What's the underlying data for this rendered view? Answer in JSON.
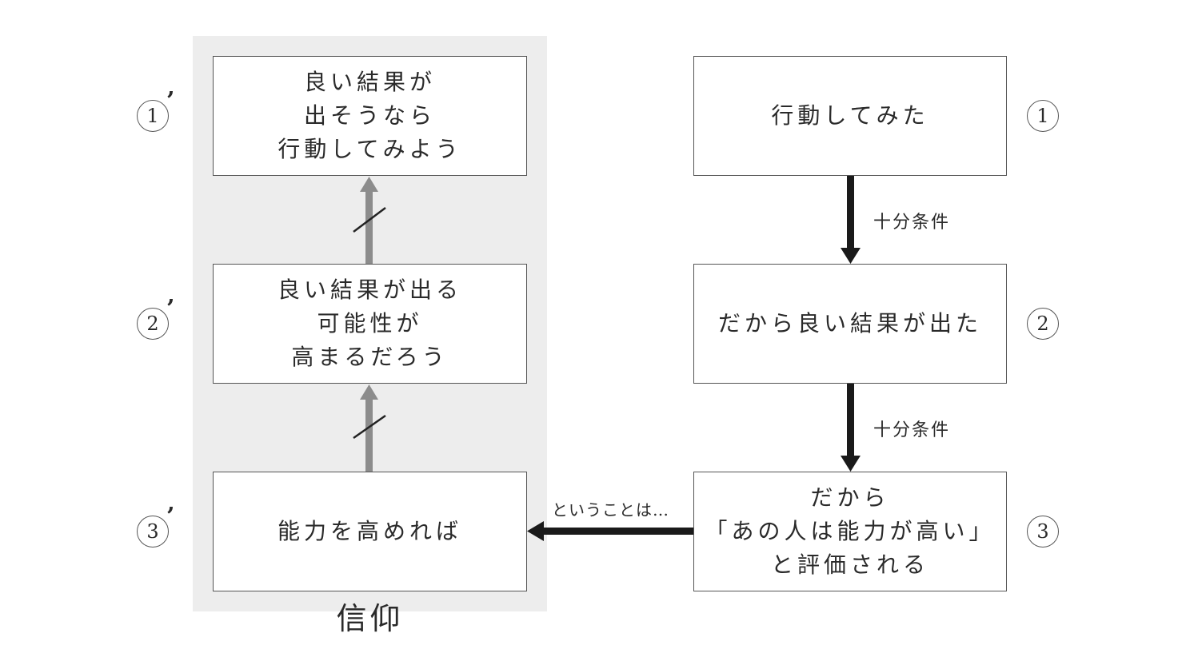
{
  "panel": {
    "label": "信仰"
  },
  "left_nodes": [
    {
      "marker": "1",
      "lines": [
        "良い結果が",
        "出そうなら",
        "行動してみよう"
      ]
    },
    {
      "marker": "2",
      "lines": [
        "良い結果が出る",
        "可能性が",
        "高まるだろう"
      ]
    },
    {
      "marker": "3",
      "lines": [
        "能力を高めれば"
      ]
    }
  ],
  "right_nodes": [
    {
      "marker": "1",
      "lines": [
        "行動してみた"
      ]
    },
    {
      "marker": "2",
      "lines": [
        "だから良い結果が出た"
      ]
    },
    {
      "marker": "3",
      "lines": [
        "だから",
        "「あの人は能力が高い」",
        "と評価される"
      ]
    }
  ],
  "edges": {
    "right_1_to_2": "十分条件",
    "right_2_to_3": "十分条件",
    "right3_to_left3": "ということは…"
  },
  "colors": {
    "panel_bg": "#ededed",
    "solid_arrow": "#1a1a1a",
    "faded_arrow": "#8c8c8c"
  }
}
